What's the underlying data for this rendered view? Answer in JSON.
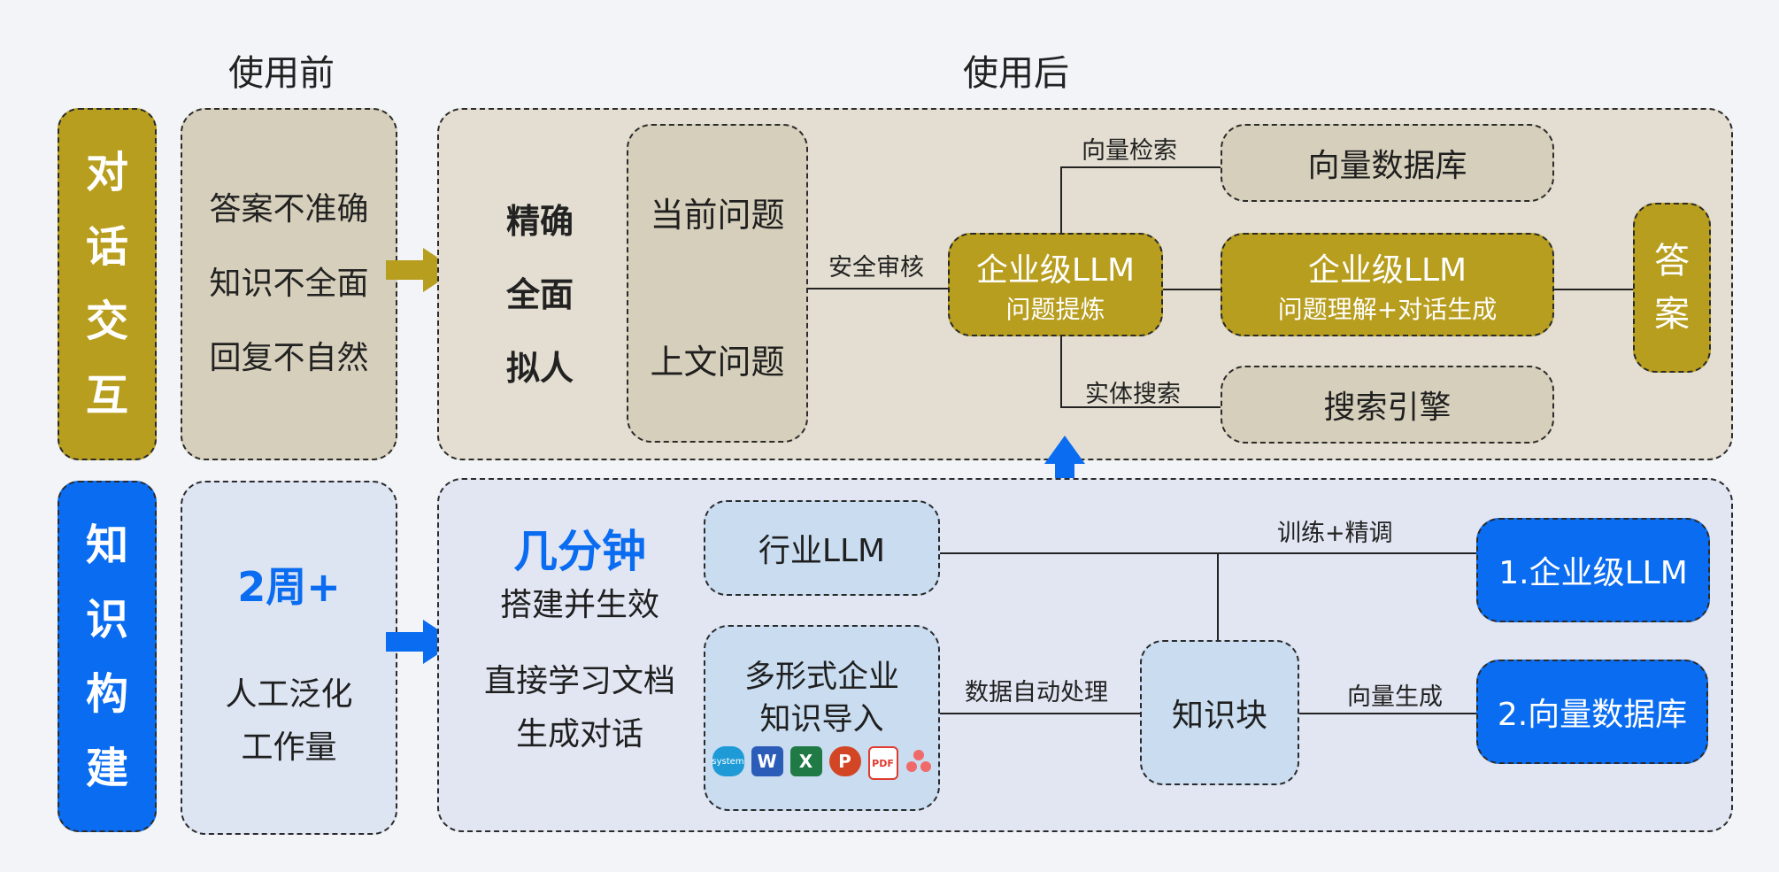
{
  "headers": {
    "before": "使用前",
    "after": "使用后"
  },
  "dialog": {
    "side_label": [
      "对",
      "话",
      "交",
      "互"
    ],
    "before_items": [
      "答案不准确",
      "知识不全面",
      "回复不自然"
    ],
    "features": [
      "精确",
      "全面",
      "拟人"
    ],
    "question_current": "当前问题",
    "question_context": "上文问题",
    "label_security": "安全审核",
    "llm_refine_title": "企业级LLM",
    "llm_refine_sub": "问题提炼",
    "label_vector_search": "向量检索",
    "vector_db": "向量数据库",
    "llm_main_title": "企业级LLM",
    "llm_main_sub": "问题理解+对话生成",
    "label_entity_search": "实体搜索",
    "search_engine": "搜索引擎",
    "answer": [
      "答",
      "案"
    ]
  },
  "knowledge": {
    "side_label": [
      "知",
      "识",
      "构",
      "建"
    ],
    "before_big": "2周+",
    "before_lines": [
      "人工泛化",
      "工作量"
    ],
    "after_big": "几分钟",
    "after_sub": "搭建并生效",
    "after_lines": [
      "直接学习文档",
      "生成对话"
    ],
    "industry_llm": "行业LLM",
    "import_lines": [
      "多形式企业",
      "知识导入"
    ],
    "file_icons": [
      "salesforce-icon",
      "word-icon",
      "excel-icon",
      "powerpoint-icon",
      "pdf-icon",
      "asana-icon"
    ],
    "salesforce_text": "system",
    "word_letter": "W",
    "excel_letter": "X",
    "ppt_letter": "P",
    "pdf_text": "PDF",
    "label_auto_process": "数据自动处理",
    "knowledge_block": "知识块",
    "label_train": "训练+精调",
    "label_vector_gen": "向量生成",
    "out_llm": "1.企业级LLM",
    "out_db": "2.向量数据库"
  },
  "colors": {
    "gold": "#b89e1e",
    "blue": "#0a6cf0"
  }
}
